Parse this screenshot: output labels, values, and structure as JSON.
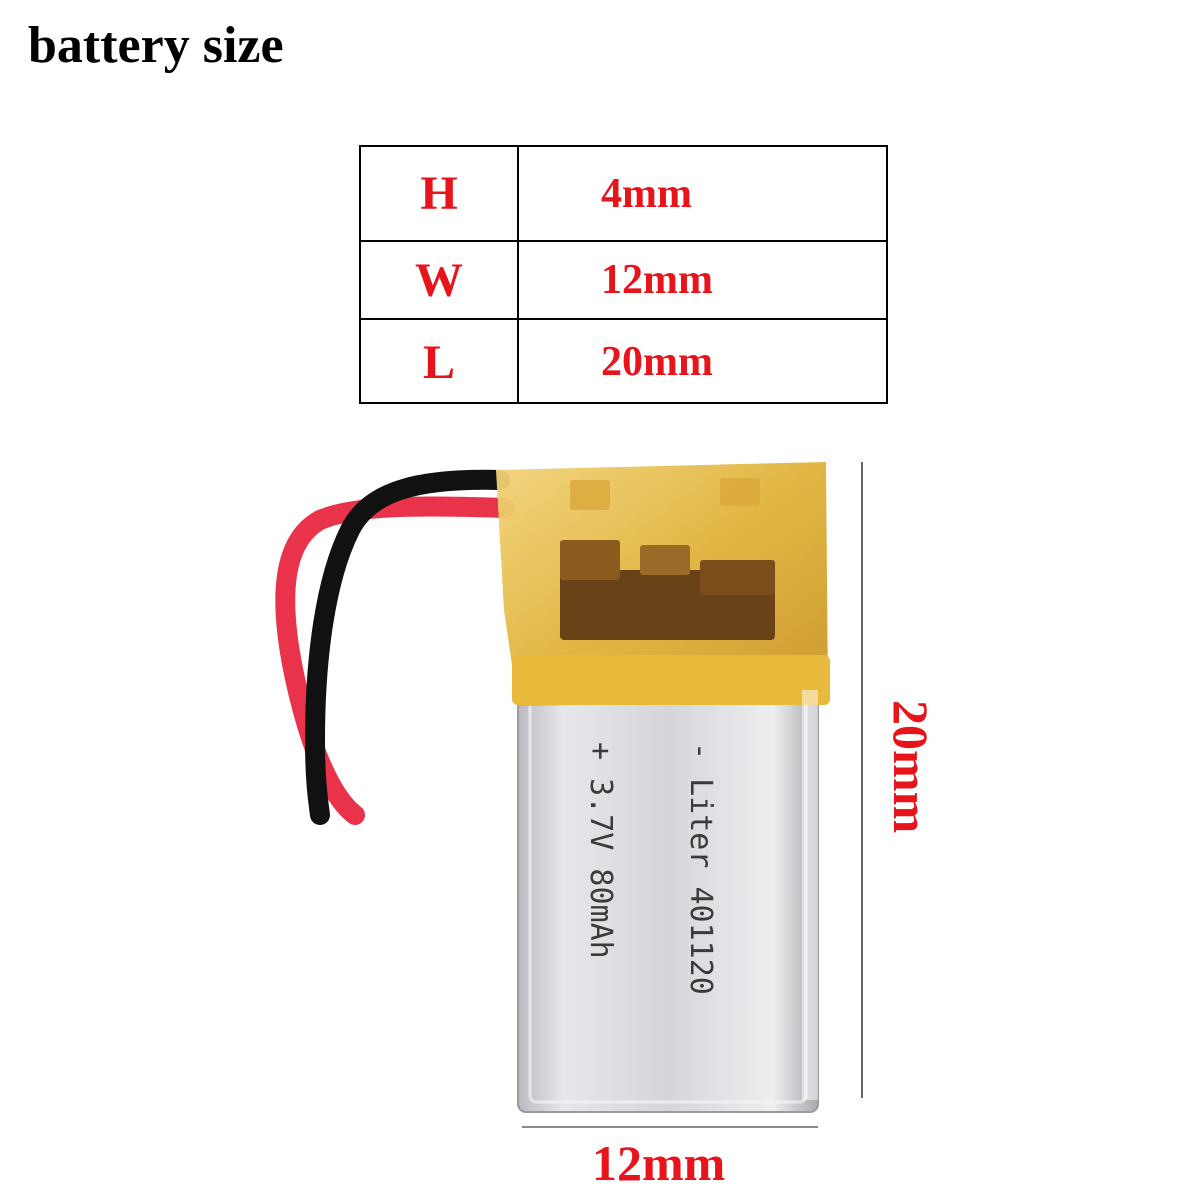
{
  "title": "battery size",
  "size_table": [
    {
      "key": "H",
      "value": "4mm"
    },
    {
      "key": "W",
      "value": "12mm"
    },
    {
      "key": "L",
      "value": "20mm"
    }
  ],
  "battery_label": {
    "line1": "- Liter 401120",
    "line2": "+ 3.7V 80mAh"
  },
  "dimensions": {
    "width": "12mm",
    "length": "20mm"
  },
  "colors": {
    "accent_red": "#e8141c",
    "wire_red": "#e8334a",
    "wire_black": "#111111",
    "kapton_tape": "#e3b73a",
    "cell_silver": "#cfd0d4"
  }
}
